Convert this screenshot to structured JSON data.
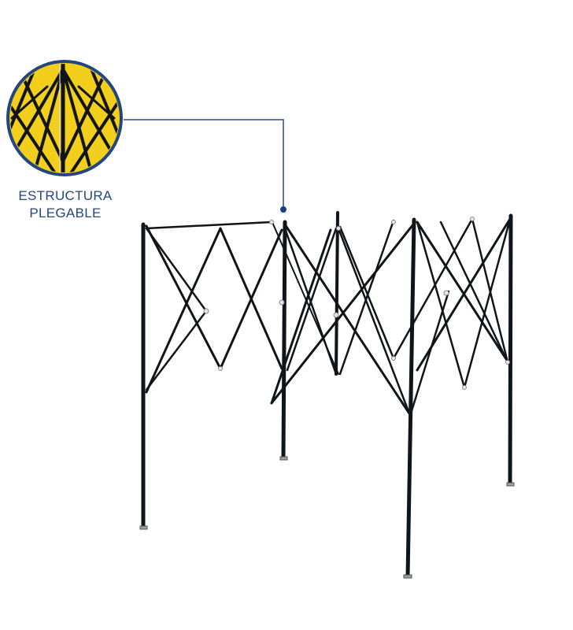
{
  "caption": {
    "line1": "ESTRUCTURA",
    "line2": "PLEGABLE"
  },
  "colors": {
    "badge_fill": "#f2cf1c",
    "badge_ring": "#24467f",
    "frame": "#111418",
    "callout_line": "#2a4c86"
  },
  "icons": {
    "badge": "folding-frame-closeup-icon",
    "frame": "folding-canopy-frame"
  }
}
